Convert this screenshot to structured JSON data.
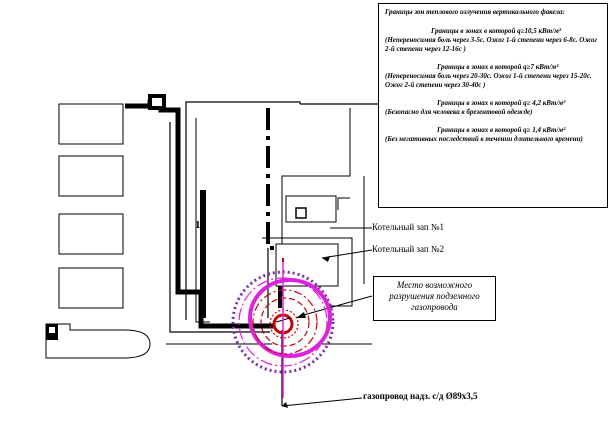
{
  "legend": {
    "title": "Границы зон теплового излучения вертикального факела:",
    "entries": [
      {
        "heading": "Границы в зонах в которой q≥10,5 кВт/м²",
        "detail": "(Непереносимая боль через 3-5с. Ожог 1-й степени через 6-8с. Ожог 2-й степени через 12-16с )",
        "color": "#cc0000",
        "style": "dotted"
      },
      {
        "heading": "Границы в зонах в которой q≥7 кВт/м²",
        "detail": "(Непереносимая боль через 20-30с. Ожог 1-й степени через 15-20с. Ожог 2-й степени через 30-40с )",
        "color": "#cc0000",
        "style": "dashed"
      },
      {
        "heading": "Границы в зонах в которой q≥ 4,2 кВт/м²",
        "detail": "(Безопасно для человека в брезентовой одежде)",
        "color": "#cc0000",
        "style": "long-dash-short"
      },
      {
        "heading": "Границы в зонах в которой q≥ 1,4 кВт/м²",
        "detail": "(Без негативных последствий в течении длительного времени)",
        "color": "#cc0000",
        "style": "dash-dot"
      }
    ]
  },
  "labels": {
    "boiler_1": "Котельный зап №1",
    "boiler_2": "Котельный зап №2",
    "building": "1а",
    "damage_site": "Место возможного разрушения подземного газопровода",
    "pipeline": "газопровод надз. с/д Ø89x3,5"
  },
  "colors": {
    "zone_outer": "#7a2fa8",
    "zone_magenta": "#e020e0",
    "zone_red": "#cc0000",
    "lines": "#000000"
  }
}
